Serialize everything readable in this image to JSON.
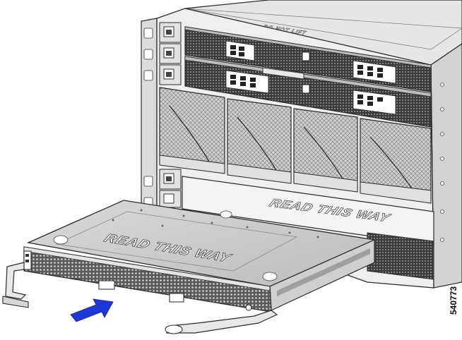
{
  "figure": {
    "chassis_label": "DO NOT LIFT",
    "card_label": "READ THIS WAY",
    "slot_label": "READ THIS WAY",
    "figure_number": "540773"
  },
  "colors": {
    "outline": "#2b2b2b",
    "metal_light": "#e4e4e4",
    "metal_mid": "#c9c9c9",
    "metal_dark": "#a6a6a6",
    "perforation": "#3a3a3a",
    "arrow": "#1f37d6"
  },
  "icons": {
    "insert_direction": "arrow-icon"
  }
}
